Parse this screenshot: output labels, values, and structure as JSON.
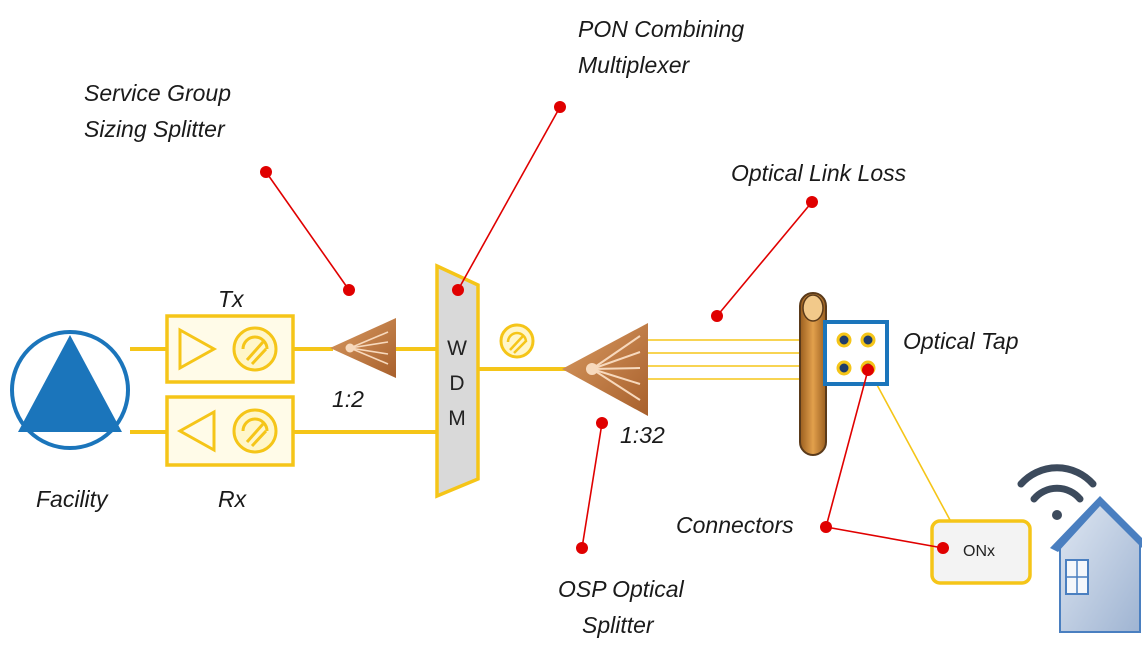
{
  "labels": {
    "pon_combining_1": "PON Combining",
    "pon_combining_2": "Multiplexer",
    "service_group_1": "Service Group",
    "service_group_2": "Sizing Splitter",
    "optical_link_loss": "Optical Link Loss",
    "tx": "Tx",
    "rx": "Rx",
    "facility": "Facility",
    "ratio_small": "1:2",
    "ratio_large": "1:32",
    "optical_tap": "Optical Tap",
    "connectors": "Connectors",
    "osp_1": "OSP Optical",
    "osp_2": "Splitter",
    "onx": "ONx",
    "wdm": [
      "W",
      "D",
      "M"
    ]
  },
  "colors": {
    "fiber": "#f5c518",
    "facility_blue": "#1b75bb",
    "splitter": "#c8804a",
    "callout": "#e00000",
    "wdm_fill": "#d9d9d9",
    "house_blue": "#4a7fc0",
    "wifi": "#3c4a5c"
  }
}
